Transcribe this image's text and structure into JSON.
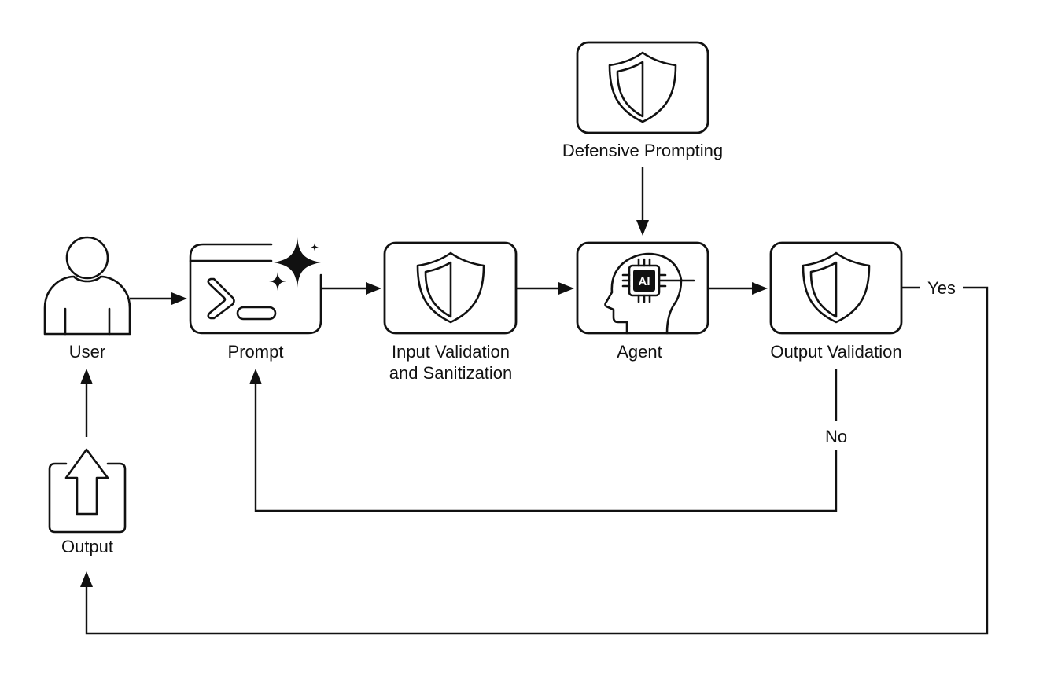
{
  "nodes": {
    "user": {
      "label": "User",
      "icon": "person-icon"
    },
    "prompt": {
      "label": "Prompt",
      "icon": "terminal-sparkle-icon"
    },
    "input_validation": {
      "label_line1": "Input Validation",
      "label_line2": "and Sanitization",
      "icon": "shield-icon"
    },
    "agent": {
      "label": "Agent",
      "icon": "ai-head-chip-icon",
      "chip_text": "AI"
    },
    "output_validation": {
      "label": "Output Validation",
      "icon": "shield-icon"
    },
    "defensive_prompting": {
      "label": "Defensive Prompting",
      "icon": "shield-icon"
    },
    "output": {
      "label": "Output",
      "icon": "upload-arrow-icon"
    }
  },
  "edges": {
    "yes_label": "Yes",
    "no_label": "No"
  },
  "colors": {
    "stroke": "#111111",
    "background": "#ffffff"
  }
}
